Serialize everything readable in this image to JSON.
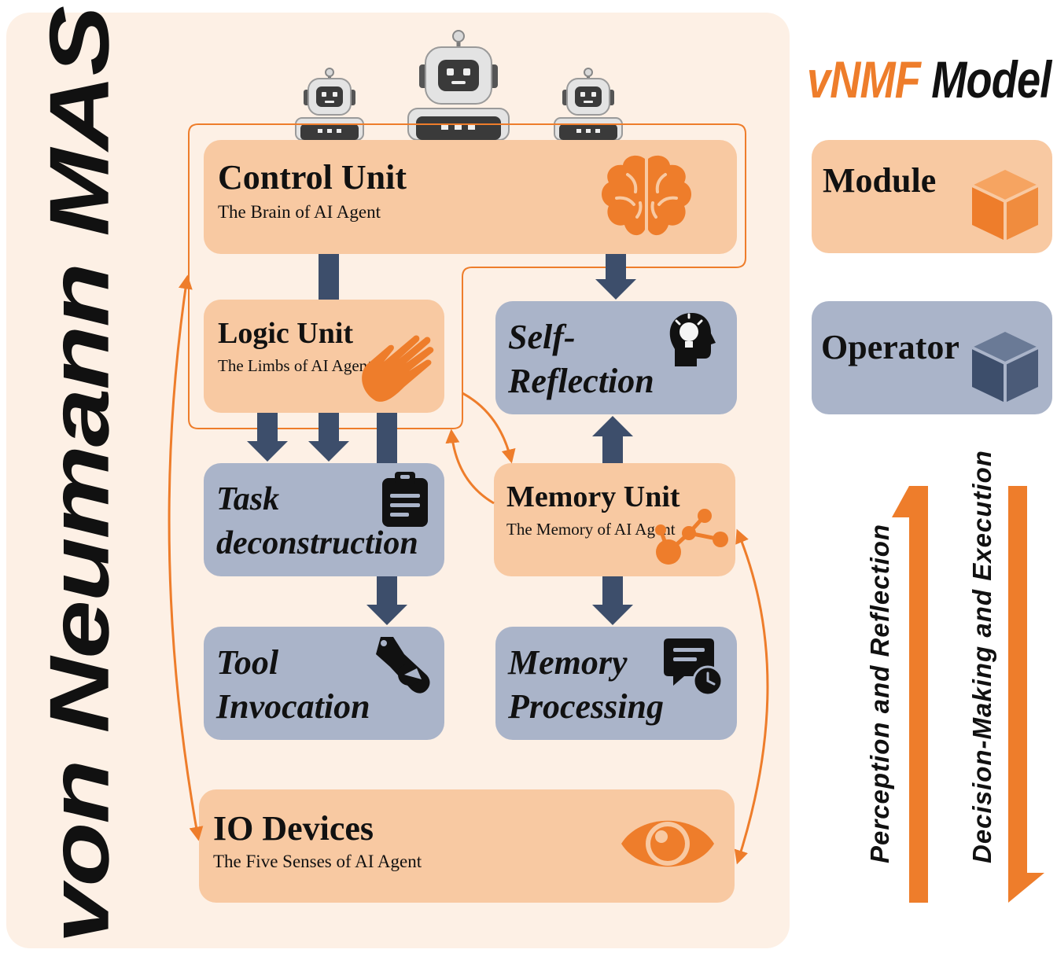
{
  "framework_title": "von Neumann MAS Framework",
  "heading": {
    "accent": "vNMF",
    "main": " Model"
  },
  "legend": {
    "module_label": "Module",
    "operator_label": "Operator"
  },
  "units": {
    "control": {
      "title": "Control Unit",
      "subtitle": "The Brain of AI Agent"
    },
    "logic": {
      "title": "Logic Unit",
      "subtitle": "The Limbs of AI Agent"
    },
    "memory": {
      "title": "Memory Unit",
      "subtitle": "The Memory of AI Agent"
    },
    "io": {
      "title": "IO Devices",
      "subtitle": "The Five Senses of AI Agent"
    }
  },
  "operators": {
    "self_reflection": {
      "line1": "Self-",
      "line2": "Reflection"
    },
    "task": {
      "line1": "Task",
      "line2": "deconstruction"
    },
    "tool": {
      "line1": "Tool",
      "line2": "Invocation"
    },
    "memory_processing": {
      "line1": "Memory",
      "line2": "Processing"
    }
  },
  "flows": {
    "up_label": "Perception and Reflection",
    "down_label": "Decision-Making and Execution"
  },
  "colors": {
    "module": "#f8c9a2",
    "operator": "#aab4c9",
    "accent": "#ee7d2b",
    "arrow": "#3d4e6b",
    "panel": "#fdf0e5"
  },
  "icons": [
    "robot-icon",
    "brain-icon",
    "hand-icon",
    "head-lightbulb-icon",
    "clipboard-icon",
    "network-icon",
    "wrench-icon",
    "chat-clock-icon",
    "eye-icon",
    "cube-icon"
  ]
}
